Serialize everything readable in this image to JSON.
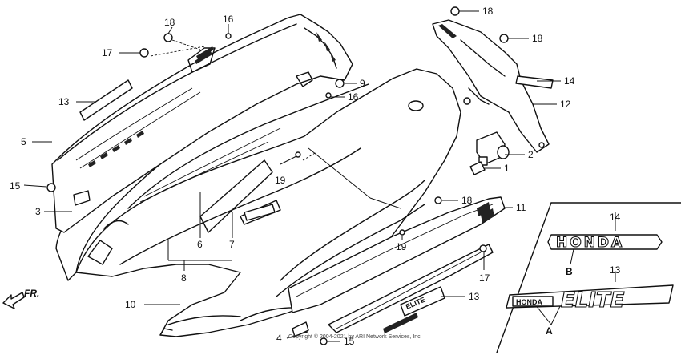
{
  "callouts": {
    "c1": "1",
    "c2": "2",
    "c3": "3",
    "c4": "4",
    "c5": "5",
    "c6": "6",
    "c7": "7",
    "c8": "8",
    "c9": "9",
    "c10": "10",
    "c11": "11",
    "c12": "12",
    "c13a": "13",
    "c13b": "13",
    "c13c": "13",
    "c14a": "14",
    "c14b": "14",
    "c15a": "15",
    "c15b": "15",
    "c16a": "16",
    "c16b": "16",
    "c17a": "17",
    "c17b": "17",
    "c18a": "18",
    "c18b": "18",
    "c18c": "18",
    "c18d": "18",
    "c19a": "19",
    "c19b": "19"
  },
  "letters": {
    "a": "A",
    "b": "B"
  },
  "decals": {
    "honda_large": "HONDA",
    "honda_small": "HONDA",
    "elite": "ELITE",
    "elite_emblem": "ELITE"
  },
  "direction": {
    "label": "FR."
  },
  "copyright": "Copyright © 2004-2021 by ARI Network Services, Inc."
}
